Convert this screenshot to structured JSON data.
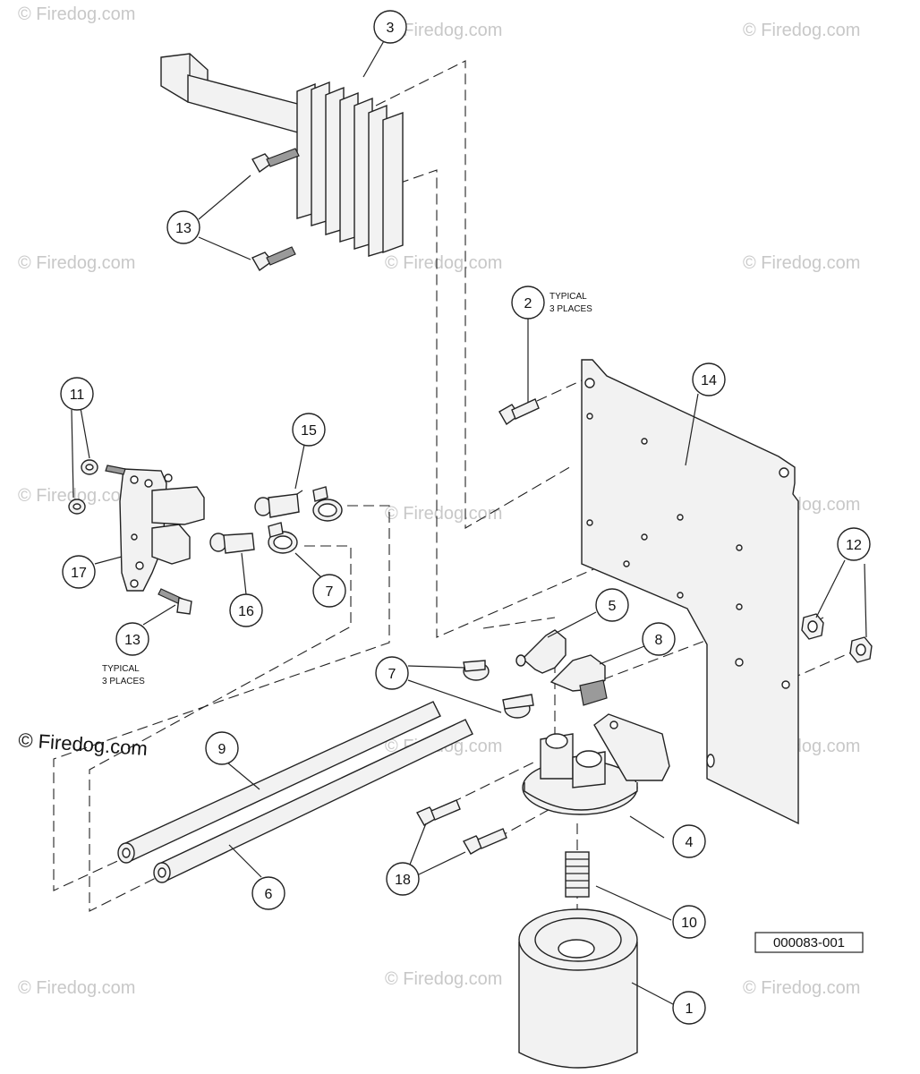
{
  "watermark": {
    "text": "© Firedog.com",
    "color": "#c8c8c8"
  },
  "prominent_watermark": "© Firedog.com",
  "diagram_ref": "000083-001",
  "notes": {
    "typical_1_line1": "TYPICAL",
    "typical_1_line2": "3 PLACES",
    "typical_2_line1": "TYPICAL",
    "typical_2_line2": "3 PLACES"
  },
  "callouts": {
    "c1": "1",
    "c2": "2",
    "c3": "3",
    "c4": "4",
    "c5": "5",
    "c6": "6",
    "c7a": "7",
    "c7b": "7",
    "c8": "8",
    "c9": "9",
    "c10": "10",
    "c11": "11",
    "c12": "12",
    "c13a": "13",
    "c13b": "13",
    "c14": "14",
    "c15": "15",
    "c16": "16",
    "c17": "17",
    "c18": "18"
  }
}
